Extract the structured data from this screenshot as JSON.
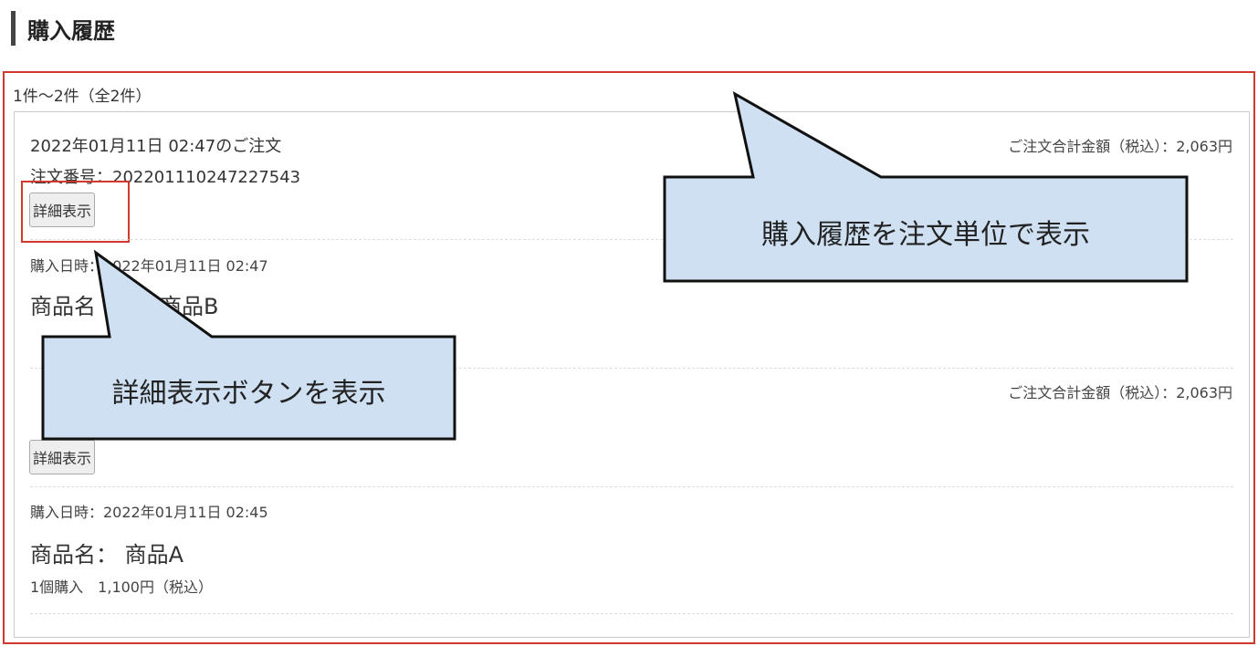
{
  "page_title": "購入履歴",
  "result_count": "1件～2件（全2件）",
  "orders": [
    {
      "date_label": "2022年01月11日 02:47のご注文",
      "order_number": "注文番号：20220111024722754３",
      "total": "ご注文合計金額（税込）：2,063円",
      "detail_button": "詳細表示",
      "item_date": "購入日時：2022年01月11日 02:47",
      "item_name_label": "商品名",
      "item_name_value": "商品B"
    },
    {
      "total": "ご注文合計金額（税込）：2,063円",
      "detail_button": "詳細表示",
      "item_date": "購入日時：2022年01月11日 02:45",
      "item_name": "商品名：  商品A",
      "item_qty_price": "1個購入　1,100円（税込）"
    }
  ],
  "callouts": {
    "order_unit": "購入履歴を注文単位で表示",
    "detail_button": "詳細表示ボタンを表示"
  },
  "colors": {
    "highlight": "#d0392b",
    "callout_fill": "#cfe0f2"
  }
}
